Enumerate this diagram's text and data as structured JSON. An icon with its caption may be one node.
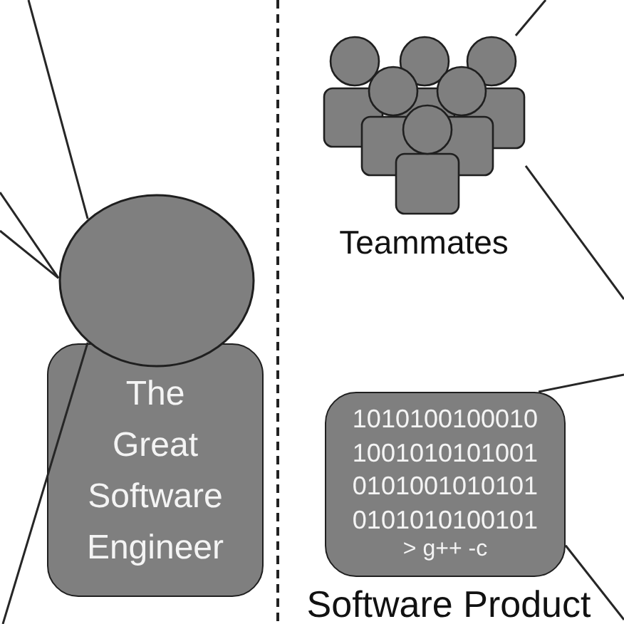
{
  "diagram": {
    "nodes": [
      {
        "text": [],
        "shape": "circle"
      },
      {
        "text": [
          "The Great Software Engineer"
        ]
      },
      {
        "text": [],
        "shape": "picture",
        "beside": [
          "Teammates"
        ]
      },
      {
        "text": [
          "1010100100010 1001010101001 0101001010101 0101010100101",
          "> g++ -c"
        ],
        "beside": [
          "Software Product"
        ]
      }
    ],
    "edges": [
      {
        "from": null,
        "to": 0,
        "arrow": "none"
      },
      {
        "from": null,
        "to": 0,
        "arrow": "none"
      },
      {
        "from": null,
        "to": 0,
        "arrow": "none"
      },
      {
        "from": 0,
        "to": null,
        "arrow": "none"
      },
      {
        "from": 2,
        "to": null,
        "arrow": "none"
      },
      {
        "from": 2,
        "to": null,
        "arrow": "none"
      },
      {
        "from": 3,
        "to": null,
        "arrow": "none"
      },
      {
        "from": 3,
        "to": null,
        "arrow": "none"
      }
    ]
  }
}
